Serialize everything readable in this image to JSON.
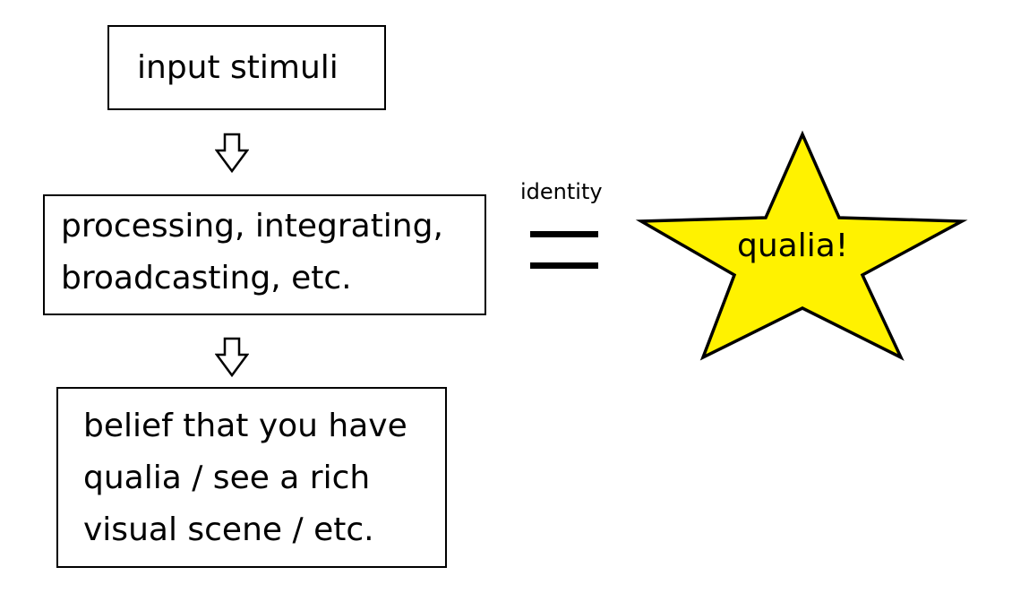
{
  "boxes": {
    "input": {
      "lines": [
        "input stimuli"
      ]
    },
    "processing": {
      "lines": [
        "processing, integrating,",
        "broadcasting, etc."
      ]
    },
    "belief": {
      "lines": [
        "belief that you have",
        "qualia / see a rich",
        "visual scene / etc."
      ]
    }
  },
  "relation": {
    "label": "identity",
    "symbol_name": "equals-sign-icon"
  },
  "star": {
    "label": "qualia!",
    "fill_color": "#FFF200",
    "stroke_color": "#000000"
  },
  "arrows": [
    "arrow-down-icon",
    "arrow-down-icon"
  ]
}
